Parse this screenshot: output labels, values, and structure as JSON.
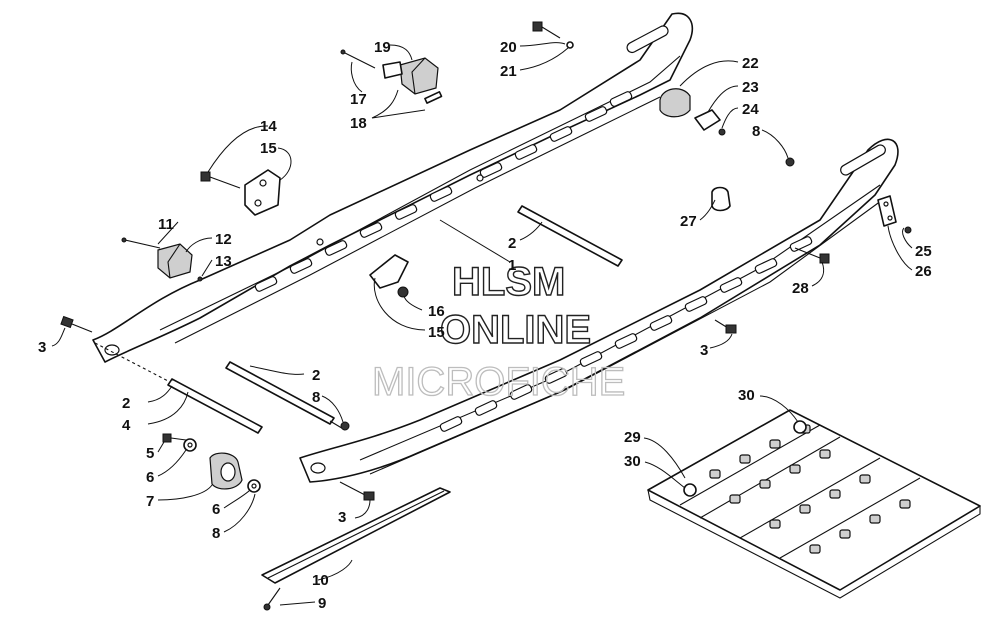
{
  "watermark": {
    "line1": "HLSM",
    "line2": "ONLINE",
    "line3": "MICROFICHE"
  },
  "callouts": [
    {
      "id": "c1",
      "text": "1"
    },
    {
      "id": "c2a",
      "text": "2"
    },
    {
      "id": "c2b",
      "text": "2"
    },
    {
      "id": "c2c",
      "text": "2"
    },
    {
      "id": "c3a",
      "text": "3"
    },
    {
      "id": "c3b",
      "text": "3"
    },
    {
      "id": "c3c",
      "text": "3"
    },
    {
      "id": "c4",
      "text": "4"
    },
    {
      "id": "c5",
      "text": "5"
    },
    {
      "id": "c6a",
      "text": "6"
    },
    {
      "id": "c6b",
      "text": "6"
    },
    {
      "id": "c7",
      "text": "7"
    },
    {
      "id": "c8a",
      "text": "8"
    },
    {
      "id": "c8b",
      "text": "8"
    },
    {
      "id": "c8c",
      "text": "8"
    },
    {
      "id": "c9",
      "text": "9"
    },
    {
      "id": "c10",
      "text": "10"
    },
    {
      "id": "c11",
      "text": "11"
    },
    {
      "id": "c12",
      "text": "12"
    },
    {
      "id": "c13",
      "text": "13"
    },
    {
      "id": "c14",
      "text": "14"
    },
    {
      "id": "c15a",
      "text": "15"
    },
    {
      "id": "c15b",
      "text": "15"
    },
    {
      "id": "c16",
      "text": "16"
    },
    {
      "id": "c17",
      "text": "17"
    },
    {
      "id": "c18",
      "text": "18"
    },
    {
      "id": "c19",
      "text": "19"
    },
    {
      "id": "c20",
      "text": "20"
    },
    {
      "id": "c21",
      "text": "21"
    },
    {
      "id": "c22",
      "text": "22"
    },
    {
      "id": "c23",
      "text": "23"
    },
    {
      "id": "c24",
      "text": "24"
    },
    {
      "id": "c25",
      "text": "25"
    },
    {
      "id": "c26",
      "text": "26"
    },
    {
      "id": "c27",
      "text": "27"
    },
    {
      "id": "c28",
      "text": "28"
    },
    {
      "id": "c29",
      "text": "29"
    },
    {
      "id": "c30a",
      "text": "30"
    },
    {
      "id": "c30b",
      "text": "30"
    }
  ]
}
